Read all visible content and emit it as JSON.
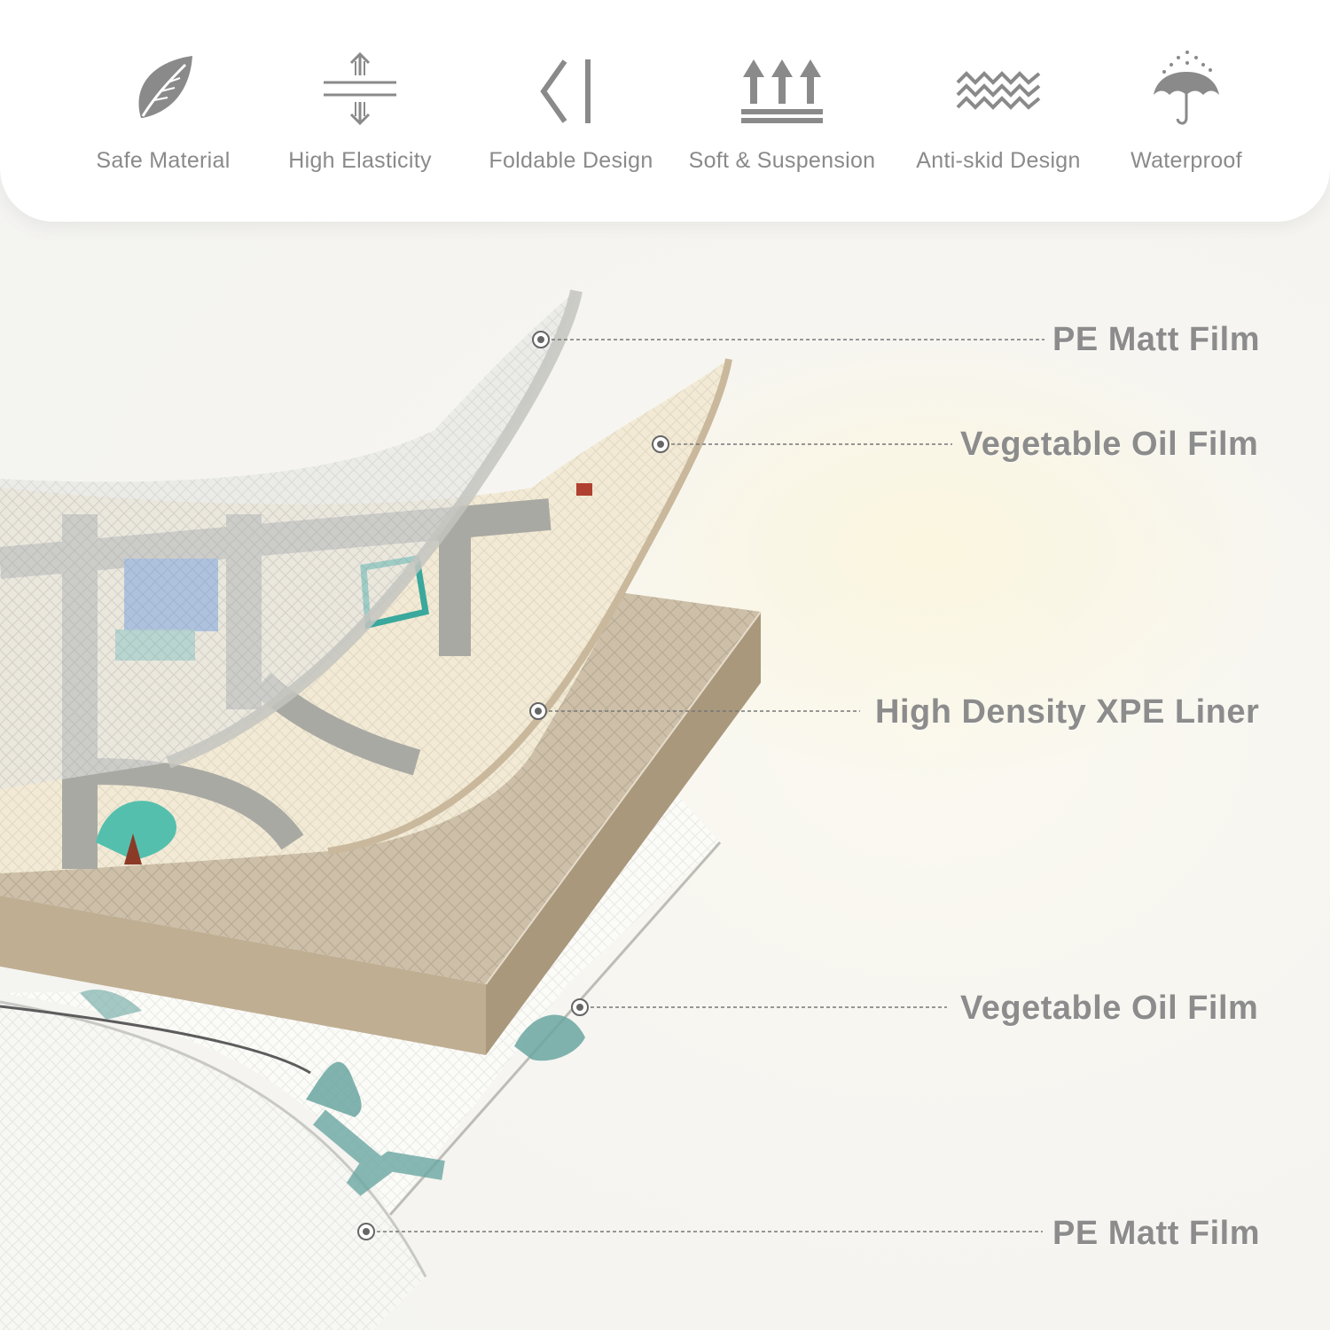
{
  "features": [
    {
      "label": "Safe Material",
      "icon": "leaf-icon"
    },
    {
      "label": "High Elasticity",
      "icon": "elasticity-arrows-icon"
    },
    {
      "label": "Foldable Design",
      "icon": "fold-icon"
    },
    {
      "label": "Soft & Suspension",
      "icon": "upward-arrows-icon"
    },
    {
      "label": "Anti-skid Design",
      "icon": "zigzag-icon"
    },
    {
      "label": "Waterproof",
      "icon": "umbrella-rain-icon"
    }
  ],
  "layers": [
    {
      "label": "PE Matt Film"
    },
    {
      "label": "Vegetable Oil Film"
    },
    {
      "label": "High Density XPE Liner"
    },
    {
      "label": "Vegetable Oil Film"
    },
    {
      "label": "PE Matt Film"
    }
  ],
  "colors": {
    "icon_gray": "#8a8a8a",
    "label_gray": "#8c8c8c",
    "xpe_tan": "#cdbfa8",
    "film_cream": "#f2ead4"
  }
}
